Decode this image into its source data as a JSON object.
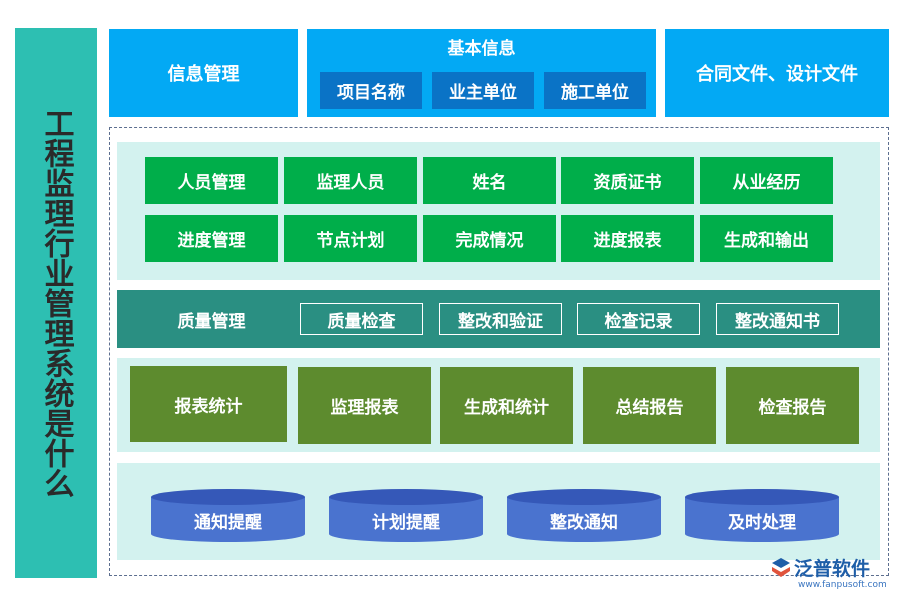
{
  "side_title": "工程监理行业管理系统是什么",
  "top": {
    "left": "信息管理",
    "center_title": "基本信息",
    "center_items": [
      "项目名称",
      "业主单位",
      "施工单位"
    ],
    "right": "合同文件、设计文件"
  },
  "personnel_row": [
    "人员管理",
    "监理人员",
    "姓名",
    "资质证书",
    "从业经历"
  ],
  "progress_row": [
    "进度管理",
    "节点计划",
    "完成情况",
    "进度报表",
    "生成和输出"
  ],
  "quality": {
    "label": "质量管理",
    "items": [
      "质量检查",
      "整改和验证",
      "检查记录",
      "整改通知书"
    ]
  },
  "reports_row": [
    "报表统计",
    "监理报表",
    "生成和统计",
    "总结报告",
    "检查报告"
  ],
  "reminders": [
    "通知提醒",
    "计划提醒",
    "整改通知",
    "及时处理"
  ],
  "brand": {
    "name": "泛普软件",
    "url": "www.fanpusoft.com"
  },
  "colors": {
    "side": "#2dbfb2",
    "top_blue": "#03a9f4",
    "chip_blue": "#0a73c6",
    "green": "#00ae4a",
    "teal": "#2a8f82",
    "olive": "#5d8b2e",
    "panel": "#d3f2ef",
    "cylinder": "#4a73cf"
  }
}
